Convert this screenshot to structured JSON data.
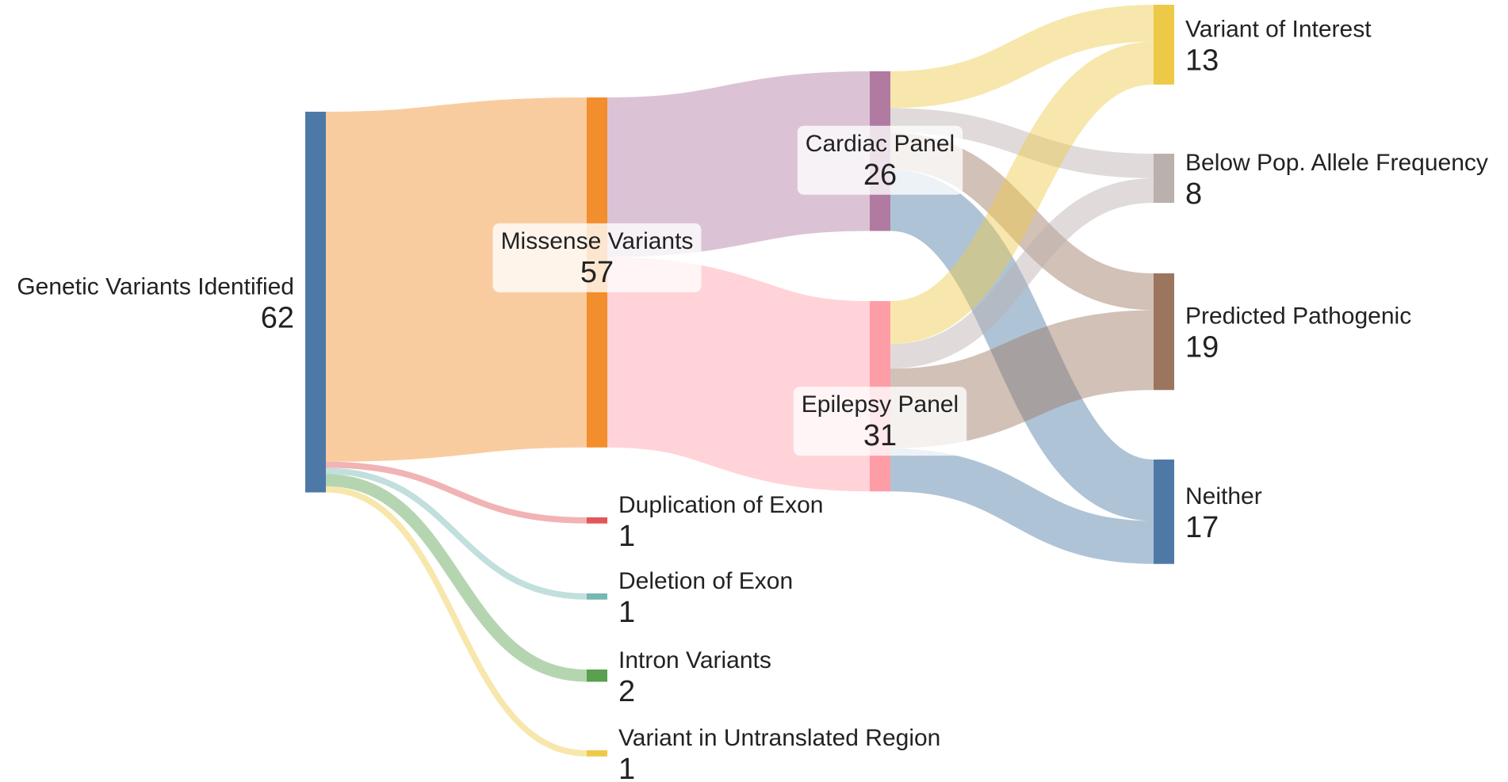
{
  "chart_data": {
    "type": "sankey",
    "nodes": [
      {
        "id": "identified",
        "name": "Genetic Variants Identified",
        "value": 62,
        "color": "#4e79a7"
      },
      {
        "id": "missense",
        "name": "Missense Variants",
        "value": 57,
        "color": "#f28e2b"
      },
      {
        "id": "dup",
        "name": "Duplication of Exon",
        "value": 1,
        "color": "#e15759"
      },
      {
        "id": "del",
        "name": "Deletion of Exon",
        "value": 1,
        "color": "#76b7b2"
      },
      {
        "id": "intron",
        "name": "Intron Variants",
        "value": 2,
        "color": "#59a14f"
      },
      {
        "id": "utr",
        "name": "Variant in Untranslated Region",
        "value": 1,
        "color": "#edc948"
      },
      {
        "id": "cardiac",
        "name": "Cardiac Panel",
        "value": 26,
        "color": "#b07aa1"
      },
      {
        "id": "epilepsy",
        "name": "Epilepsy Panel",
        "value": 31,
        "color": "#ff9da7"
      },
      {
        "id": "voi",
        "name": "Variant of Interest",
        "value": 13,
        "color": "#edc948"
      },
      {
        "id": "below",
        "name": "Below Pop. Allele Frequency",
        "value": 8,
        "color": "#bab0ac"
      },
      {
        "id": "pathogenic",
        "name": "Predicted Pathogenic",
        "value": 19,
        "color": "#9c755f"
      },
      {
        "id": "neither",
        "name": "Neither",
        "value": 17,
        "color": "#4e79a7"
      }
    ],
    "links": [
      {
        "source": "identified",
        "target": "missense",
        "value": 57
      },
      {
        "source": "identified",
        "target": "dup",
        "value": 1
      },
      {
        "source": "identified",
        "target": "del",
        "value": 1
      },
      {
        "source": "identified",
        "target": "intron",
        "value": 2
      },
      {
        "source": "identified",
        "target": "utr",
        "value": 1
      },
      {
        "source": "missense",
        "target": "cardiac",
        "value": 26
      },
      {
        "source": "missense",
        "target": "epilepsy",
        "value": 31
      },
      {
        "source": "cardiac",
        "target": "voi",
        "value": 6
      },
      {
        "source": "cardiac",
        "target": "below",
        "value": 4
      },
      {
        "source": "cardiac",
        "target": "pathogenic",
        "value": 6
      },
      {
        "source": "cardiac",
        "target": "neither",
        "value": 10
      },
      {
        "source": "epilepsy",
        "target": "voi",
        "value": 7
      },
      {
        "source": "epilepsy",
        "target": "below",
        "value": 4
      },
      {
        "source": "epilepsy",
        "target": "pathogenic",
        "value": 13
      },
      {
        "source": "epilepsy",
        "target": "neither",
        "value": 7
      }
    ]
  }
}
